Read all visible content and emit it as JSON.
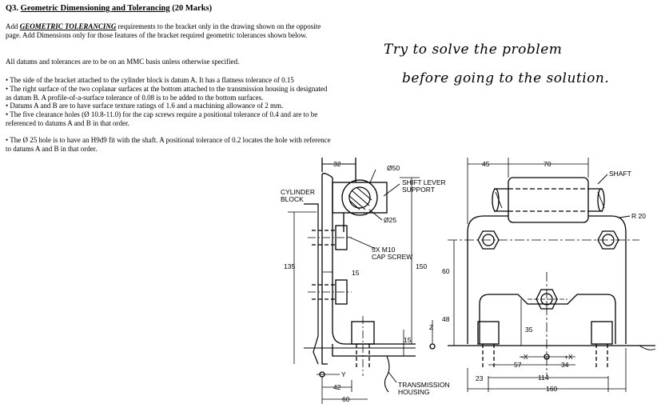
{
  "question": {
    "number": "Q3.",
    "title": "Geometric Dimensioning and Tolerancing",
    "marks": "(20 Marks)"
  },
  "intro": {
    "pre": "Add ",
    "emph": "GEOMETRIC TOLERANCING",
    "post": " requirements to the bracket only in the drawing shown on the opposite page. Add Dimensions only for those features of the bracket required geometric tolerances shown below."
  },
  "mmc_note": "All datums and tolerances are to be on an MMC basis unless otherwise specified.",
  "bullets": [
    "• The side of the bracket attached to the cylinder block is datum A. It has a flatness tolerance of 0.15",
    "• The right surface of the two coplanar surfaces at the bottom attached to the transmission housing is designated as datum B. A profile-of-a-surface tolerance of 0.08 is to be added to the bottom surfaces.",
    "• Datums A and B are to have surface texture ratings of 1.6 and a machining allowance of 2 mm.",
    "• The five clearance holes (Ø 10.8-11.0) for the cap screws require a positional tolerance of 0.4 and are to be referenced to datums A and B in that order.",
    "• The Ø 25 hole is to have an H9d9 fit with the shaft. A positional tolerance of 0.2 locates the hole with reference to datums A and B in that order."
  ],
  "handwritten": {
    "line1": "Try to solve the problem",
    "line2": "before going to the solution."
  },
  "drawing_labels": {
    "d32": "32",
    "d50": "Ø50",
    "shift_lever": "SHIFT LEVER",
    "support": "SUPPORT",
    "cylinder": "CYLINDER",
    "block": "BLOCK",
    "d25": "Ø25",
    "cap1": "5X M10",
    "cap2": "CAP SCREW",
    "d135": "135",
    "d150": "150",
    "d15a": "15",
    "d15b": "15",
    "z": "Z",
    "y": "Y",
    "d42": "42",
    "d60": "60",
    "trans1": "TRANSMISSION",
    "trans2": "HOUSING",
    "d45": "45",
    "d70": "70",
    "shaft": "SHAFT",
    "r20": "R 20",
    "d60v": "60",
    "d48": "48",
    "d35": "35",
    "xneg": "-X",
    "xpos": "+X",
    "d57": "57",
    "d34": "34",
    "d23": "23",
    "d114": "114",
    "d160": "160"
  }
}
